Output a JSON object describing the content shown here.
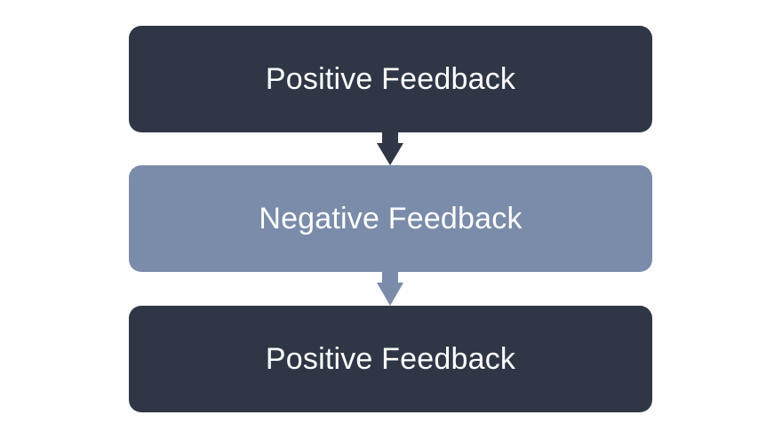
{
  "colors": {
    "dark": "#2f3746",
    "light": "#7a8ca9",
    "background": "#ffffff"
  },
  "steps": [
    {
      "label": "Positive Feedback",
      "tone": "dark"
    },
    {
      "label": "Negative Feedback",
      "tone": "light"
    },
    {
      "label": "Positive Feedback",
      "tone": "dark"
    }
  ],
  "connectors": [
    {
      "from": 0,
      "to": 1,
      "tone": "dark"
    },
    {
      "from": 1,
      "to": 2,
      "tone": "light"
    }
  ]
}
